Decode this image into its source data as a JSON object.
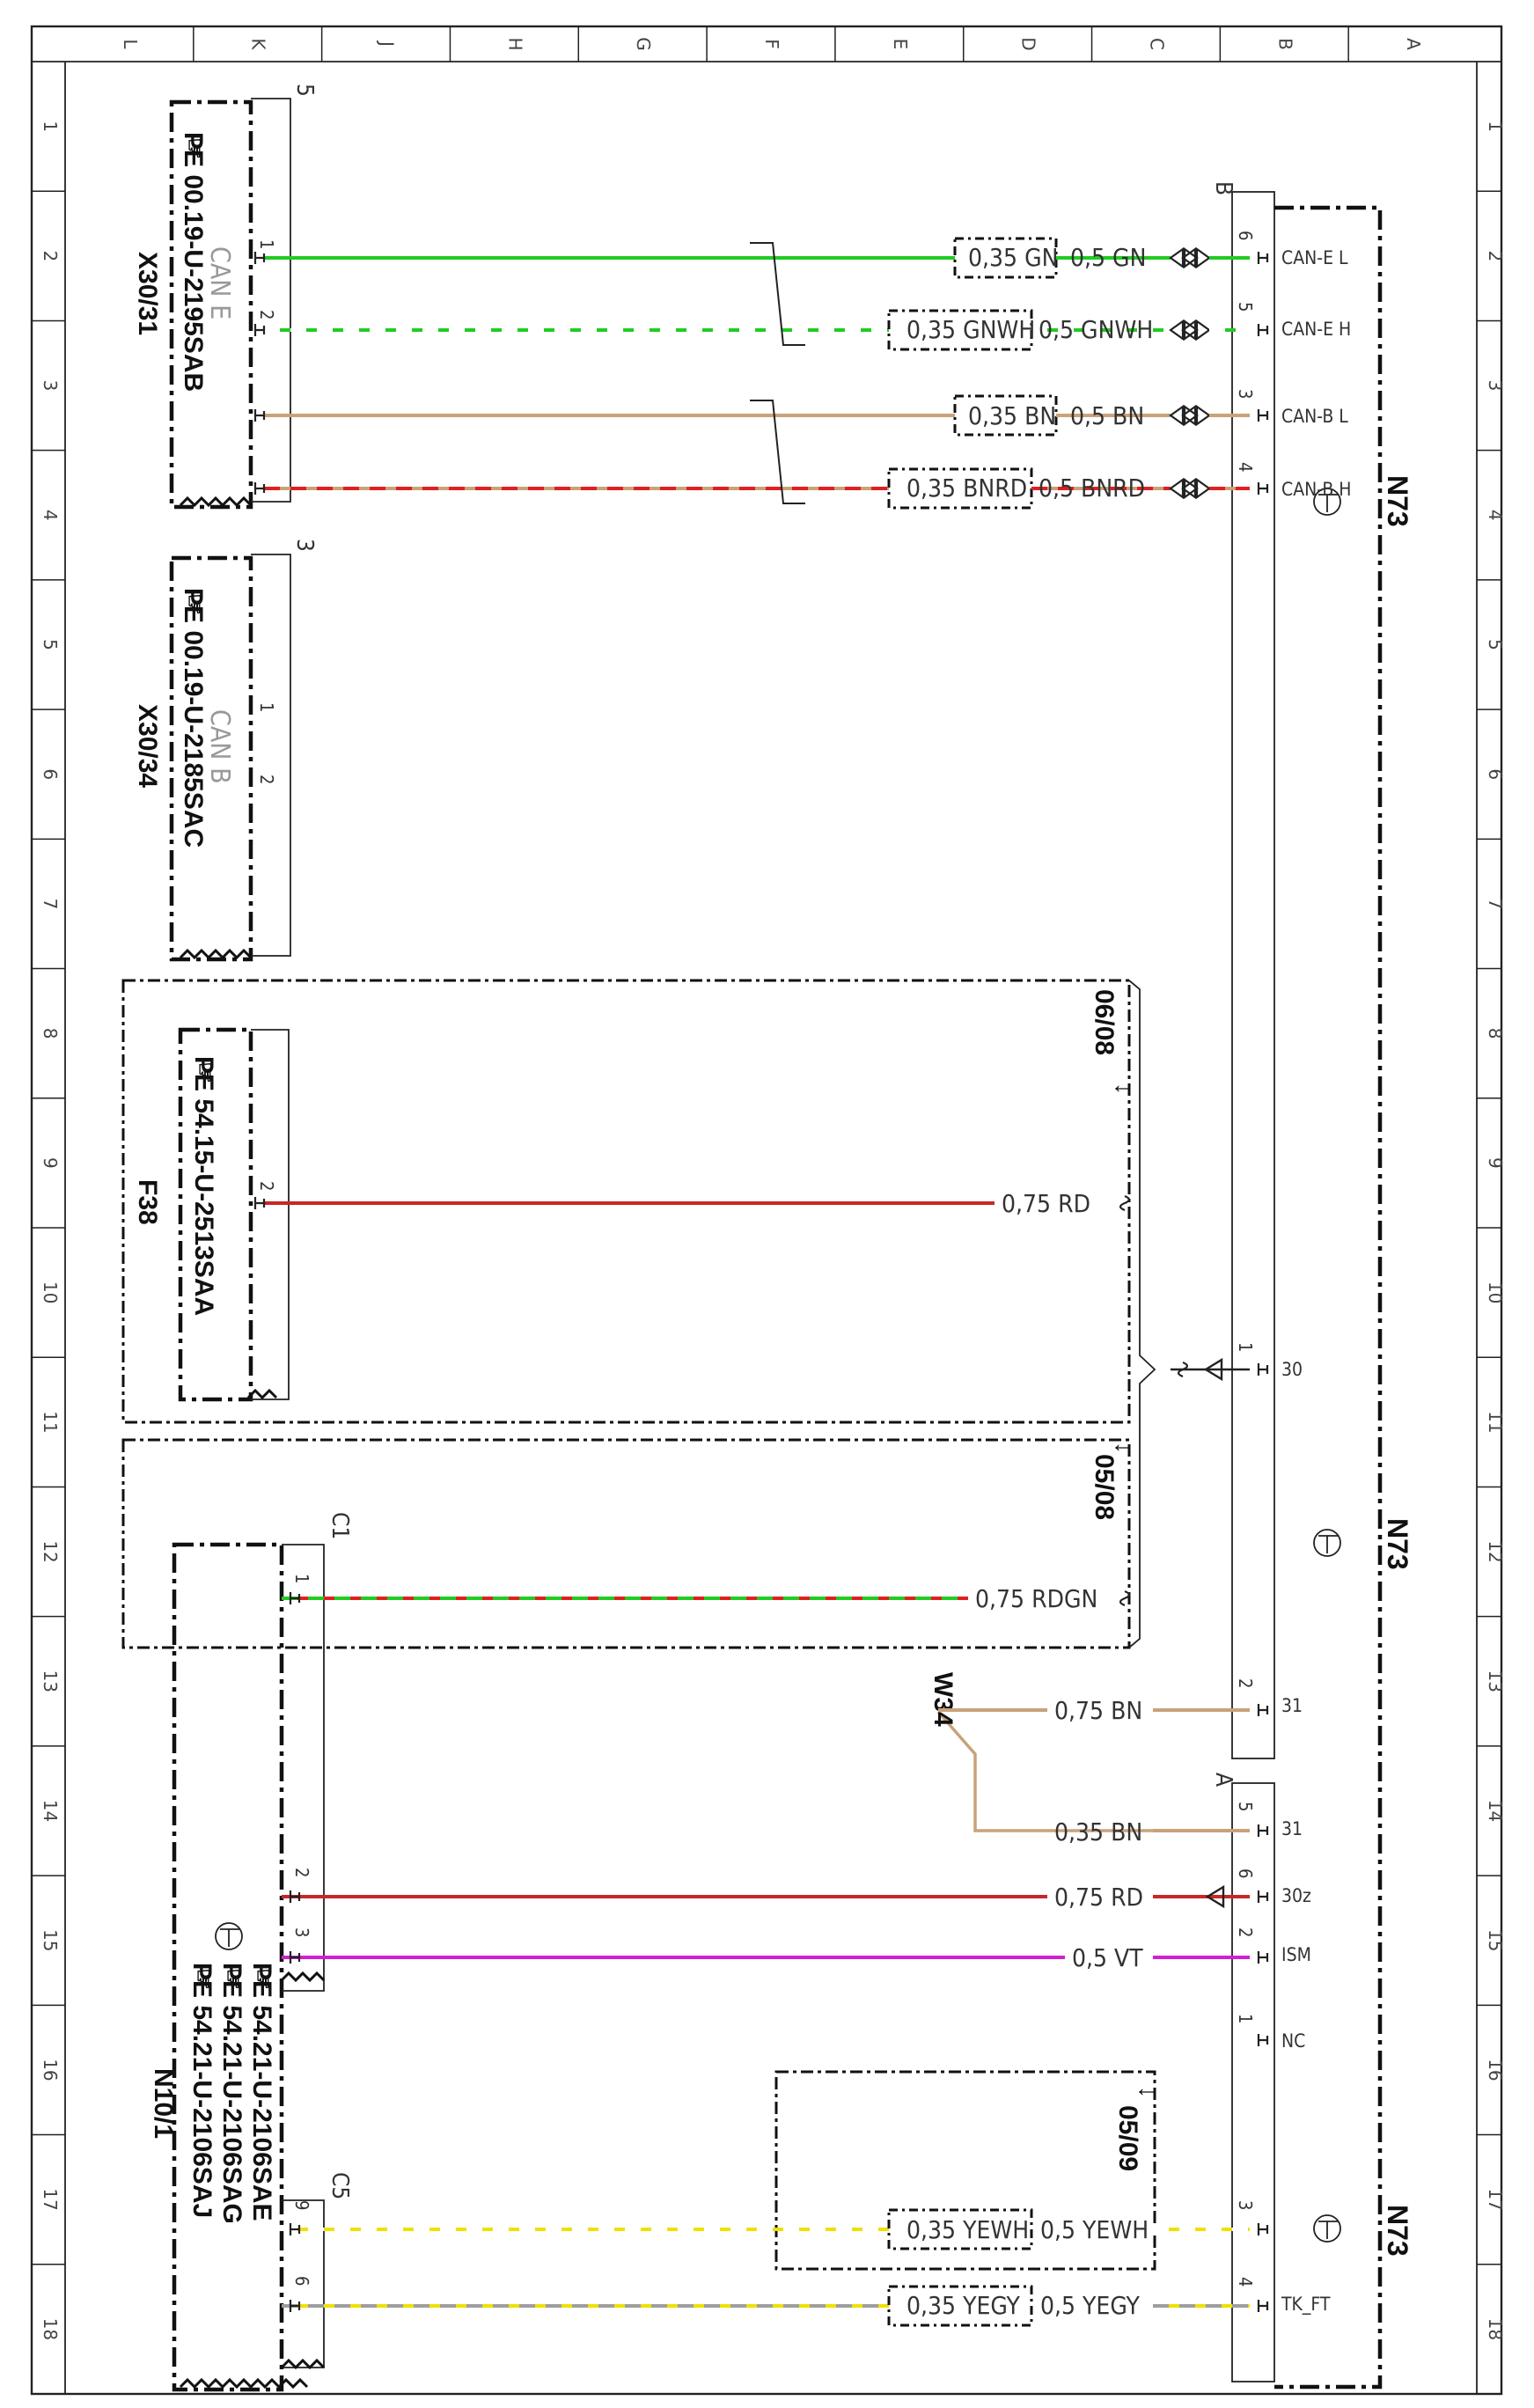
{
  "colors": {
    "GN": "#22cc22",
    "GNWH_a": "#22cc22",
    "GNWH_b": "#ffffff",
    "BN": "#c9a27a",
    "BNRD_a": "#c9a27a",
    "BNRD_b": "#e02020",
    "RD": "#c62828",
    "RDGN_a": "#e02020",
    "RDGN_b": "#22cc22",
    "VT": "#d020d0",
    "YEWH_a": "#f0e000",
    "YEWH_b": "#ffffff",
    "YEGY_a": "#f0e000",
    "YEGY_b": "#9e9e9e"
  },
  "grid": {
    "columns": [
      "A",
      "B",
      "C",
      "D",
      "E",
      "F",
      "G",
      "H",
      "J",
      "K",
      "L"
    ],
    "rows": [
      "1",
      "2",
      "3",
      "4",
      "5",
      "6",
      "7",
      "8",
      "9",
      "10",
      "11",
      "12",
      "13",
      "14",
      "15",
      "16",
      "17",
      "18"
    ]
  },
  "n73": {
    "labels": [
      "N73",
      "N73",
      "N73"
    ],
    "connector_b": "B",
    "connector_a": "A",
    "pins_b": [
      {
        "num": "6",
        "name": "CAN-E L"
      },
      {
        "num": "5",
        "name": "CAN-E H"
      },
      {
        "num": "3",
        "name": "CAN-B L"
      },
      {
        "num": "4",
        "name": "CAN-B H"
      },
      {
        "num": "1",
        "name": "30"
      },
      {
        "num": "2",
        "name": "31"
      }
    ],
    "pins_a": [
      {
        "num": "5",
        "name": "31"
      },
      {
        "num": "6",
        "name": "30z"
      },
      {
        "num": "2",
        "name": "ISM"
      },
      {
        "num": "1",
        "name": "NC"
      },
      {
        "num": "3",
        "name": ""
      },
      {
        "num": "4",
        "name": "TK_FT"
      }
    ]
  },
  "x3031": {
    "name": "X30/31",
    "ref": "PE 00.19-U-2195SAB",
    "bus": "CAN E",
    "connector": "5",
    "pin1": "1",
    "pin2": "2"
  },
  "x3034": {
    "name": "X30/34",
    "ref": "PE 00.19-U-2185SAC",
    "bus": "CAN B",
    "connector": "3",
    "pin1": "1",
    "pin2": "2"
  },
  "f38": {
    "name": "F38",
    "ref": "PE 54.15-U-2513SAA",
    "pin": "2",
    "page_ref_1": "06/08",
    "page_ref_2": "05/08"
  },
  "n101": {
    "name": "N10/1",
    "refs": [
      "PE 54.21-U-2106SAE",
      "PE 54.21-U-2106SAG",
      "PE 54.21-U-2106SAJ"
    ],
    "connector_c1": "C1",
    "connector_c5": "C5",
    "c1_pins": [
      "1",
      "2",
      "3"
    ],
    "c5_pins": [
      "9",
      "6"
    ],
    "page_ref": "05/09"
  },
  "ground": {
    "name": "W34"
  },
  "wires": {
    "can_e_l": {
      "inner": "0,35 GN",
      "outer": "0,5 GN"
    },
    "can_e_h": {
      "inner": "0,35 GNWH",
      "outer": "0,5 GNWH"
    },
    "can_b_l": {
      "inner": "0,35 BN",
      "outer": "0,5 BN"
    },
    "can_b_h": {
      "inner": "0,35 BNRD",
      "outer": "0,5 BNRD"
    },
    "f38_rd": "0,75 RD",
    "c1_rdgn": "0,75 RDGN",
    "gnd_1": "0,75 BN",
    "gnd_2": "0,35 BN",
    "c1_rd": "0,75 RD",
    "c1_vt": "0,5 VT",
    "c5_yewh": {
      "inner": "0,35 YEWH",
      "outer": "0,5 YEWH"
    },
    "c5_yegy": {
      "inner": "0,35 YEGY",
      "outer": "0,5 YEGY"
    }
  }
}
